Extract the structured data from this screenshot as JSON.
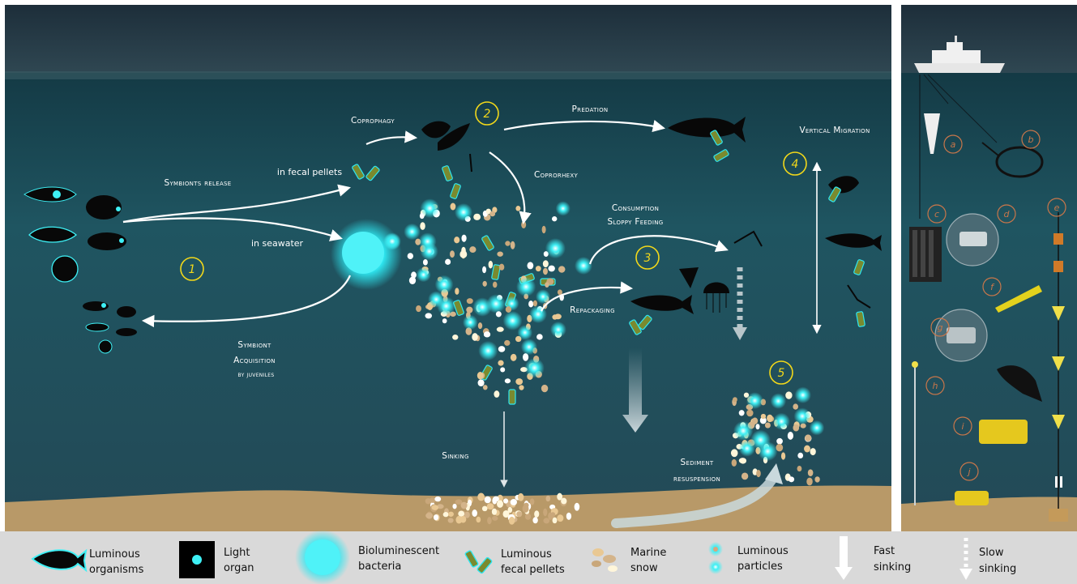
{
  "labels": {
    "symbionts_release": "Symbionts release",
    "in_fecal_pellets": "in fecal pellets",
    "in_seawater": "in seawater",
    "coprophagy": "Coprophagy",
    "predation": "Predation",
    "coprorhexy": "Coprorhexy",
    "consumption": "Consumption",
    "sloppy_feeding": "Sloppy Feeding",
    "repackaging": "Repackaging",
    "vertical_migration": "Vertical Migration",
    "symbiont": "Symbiont",
    "acquisition": "Acquisition",
    "by_juveniles": "by juveniles",
    "sinking": "Sinking",
    "sediment": "Sediment",
    "resuspension": "resuspension"
  },
  "step_numbers": [
    "1",
    "2",
    "3",
    "4",
    "5"
  ],
  "instrument_letters": [
    "a",
    "b",
    "c",
    "d",
    "e",
    "f",
    "g",
    "h",
    "i",
    "j"
  ],
  "legend": {
    "luminous_organisms": [
      "Luminous",
      "organisms"
    ],
    "light_organ": [
      "Light",
      "organ"
    ],
    "bioluminescent_bacteria": [
      "Bioluminescent",
      "bacteria"
    ],
    "luminous_fecal_pellets": [
      "Luminous",
      "fecal pellets"
    ],
    "marine_snow": [
      "Marine",
      "snow"
    ],
    "luminous_particles": [
      "Luminous",
      "particles"
    ],
    "fast_sinking": [
      "Fast",
      "sinking"
    ],
    "slow_sinking": [
      "Slow",
      "sinking"
    ]
  },
  "colors": {
    "sky": "#1c2f3c",
    "water_top": "#1a4a55",
    "water_bottom": "#234a57",
    "sediment": "#b89968",
    "glow": "#2ee6f0",
    "legend_bg": "#d9d9d9",
    "number_yellow": "#f2d81a",
    "letter_orange": "#c8764a"
  }
}
